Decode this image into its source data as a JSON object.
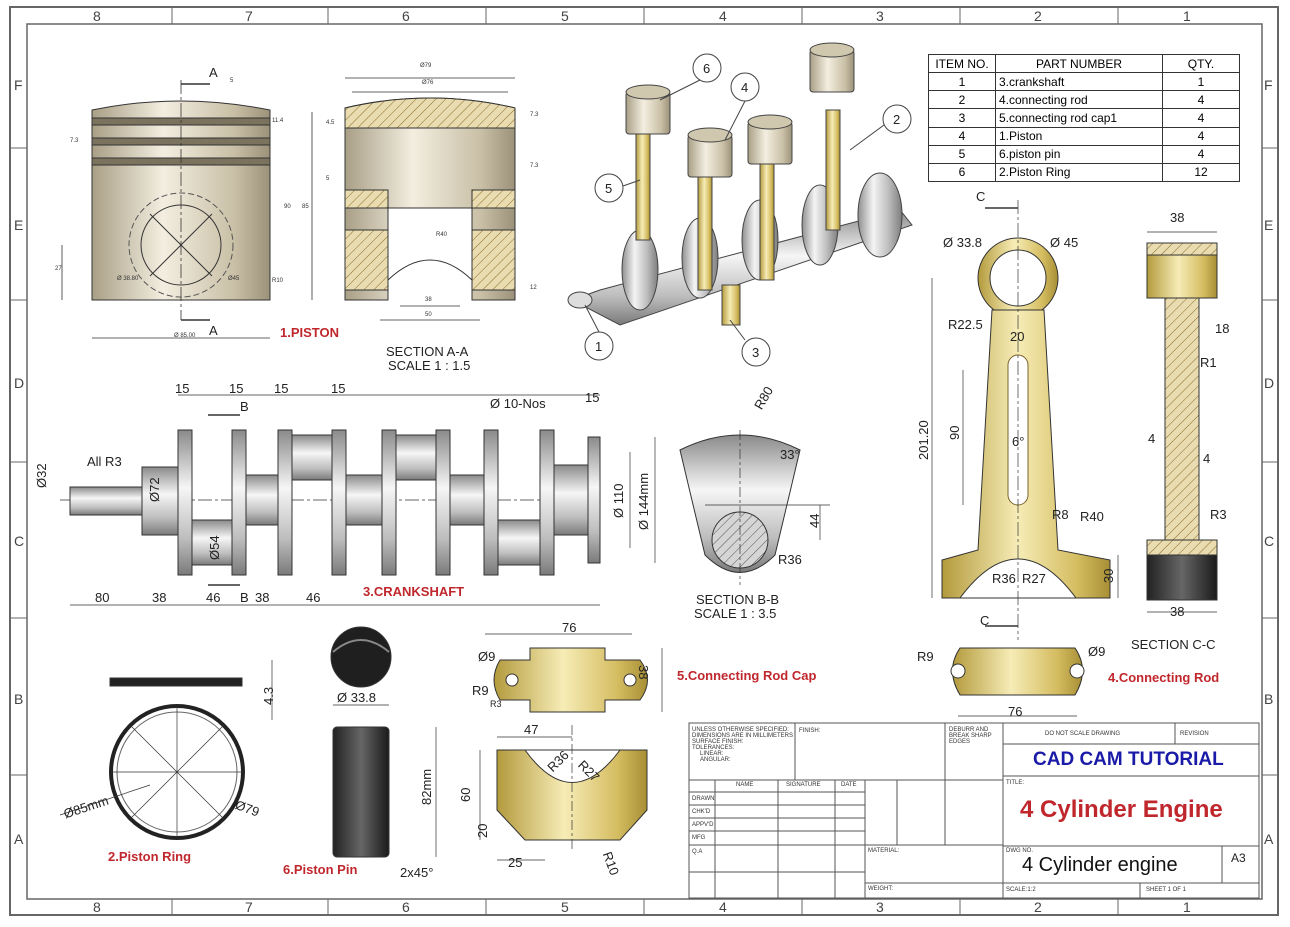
{
  "zones": {
    "columns": [
      "8",
      "7",
      "6",
      "5",
      "4",
      "3",
      "2",
      "1"
    ],
    "rows": [
      "F",
      "E",
      "D",
      "C",
      "B",
      "A"
    ]
  },
  "bom": {
    "headers": [
      "ITEM NO.",
      "PART NUMBER",
      "QTY."
    ],
    "rows": [
      {
        "item": "1",
        "part": "3.crankshaft",
        "qty": "1"
      },
      {
        "item": "2",
        "part": "4.connecting rod",
        "qty": "4"
      },
      {
        "item": "3",
        "part": "5.connecting rod cap1",
        "qty": "4"
      },
      {
        "item": "4",
        "part": "1.Piston",
        "qty": "4"
      },
      {
        "item": "5",
        "part": "6.piston pin",
        "qty": "4"
      },
      {
        "item": "6",
        "part": "2.Piston Ring",
        "qty": "12"
      }
    ]
  },
  "balloons": [
    "1",
    "2",
    "3",
    "4",
    "5",
    "6"
  ],
  "piston": {
    "title": "1.PISTON",
    "section_marker": "A",
    "dims": [
      "5",
      "7.3",
      "11.4",
      "90",
      "85",
      "27",
      "R10",
      "Ø 38.80",
      "Ø45",
      "Ø 85.00"
    ]
  },
  "section_aa": {
    "line1": "SECTION A-A",
    "line2": "SCALE 1 : 1.5",
    "dims": [
      "Ø79",
      "Ø76",
      "4.5",
      "5",
      "7.3",
      "7.3",
      "R40",
      "38",
      "50",
      "12"
    ]
  },
  "crankshaft": {
    "title": "3.CRANKSHAFT",
    "dims": [
      "15",
      "15",
      "15",
      "15",
      "15",
      "Ø 10-Nos",
      "All R3",
      "Ø32",
      "Ø72",
      "Ø54",
      "Ø 110",
      "Ø 144mm",
      "80",
      "38",
      "46",
      "38",
      "46"
    ],
    "section_marker": "B"
  },
  "section_bb": {
    "line1": "SECTION B-B",
    "line2": "SCALE 1 : 3.5",
    "dims": [
      "R80",
      "33°",
      "44",
      "R36"
    ]
  },
  "connecting_rod": {
    "title": "4.Connecting Rod",
    "section_marker": "C",
    "dims": [
      "Ø 33.8",
      "Ø 45",
      "R22.5",
      "20",
      "90",
      "6°",
      "201.20",
      "R8",
      "R40",
      "R36",
      "R27",
      "30",
      "76",
      "R9",
      "Ø9"
    ]
  },
  "section_cc": {
    "label": "SECTION C-C",
    "dims": [
      "38",
      "18",
      "R1",
      "4",
      "4",
      "R3",
      "38"
    ]
  },
  "rod_cap": {
    "title": "5.Connecting Rod Cap",
    "dims": [
      "76",
      "Ø9",
      "R9",
      "R3",
      "38",
      "47",
      "R36",
      "R27",
      "60",
      "20",
      "25",
      "R10"
    ]
  },
  "piston_ring": {
    "title": "2.Piston Ring",
    "dims": [
      "4.3",
      "Ø85mm",
      "Ø79"
    ]
  },
  "piston_pin": {
    "title": "6.Piston Pin",
    "dims": [
      "Ø 33.8",
      "82mm",
      "2x45°"
    ]
  },
  "title_block": {
    "notes": [
      "UNLESS OTHERWISE SPECIFIED:",
      "DIMENSIONS ARE IN MILLIMETERS",
      "SURFACE FINISH:",
      "TOLERANCES:",
      "LINEAR:",
      "ANGULAR:"
    ],
    "finish": "FINISH:",
    "deburr": [
      "DEBURR AND",
      "BREAK SHARP",
      "EDGES"
    ],
    "do_not_scale": "DO NOT SCALE DRAWING",
    "revision": "REVISION",
    "company": "CAD CAM TUTORIAL",
    "title_label": "TITLE:",
    "title": "4 Cylinder Engine",
    "cols": [
      "NAME",
      "SIGNATURE",
      "DATE"
    ],
    "rows": [
      "DRAWN",
      "CHK'D",
      "APPV'D",
      "MFG",
      "Q.A"
    ],
    "material": "MATERIAL:",
    "dwg_no_label": "DWG NO.",
    "dwg_no": "4 Cylinder engine",
    "size": "A3",
    "weight": "WEIGHT:",
    "scale": "SCALE:1:2",
    "sheet": "SHEET 1 OF 1"
  },
  "colors": {
    "metal": "#c8c8c8",
    "gold": "#d8bd5a",
    "red": "#c0272d",
    "blue": "#1a1aa8",
    "line": "#333333"
  }
}
